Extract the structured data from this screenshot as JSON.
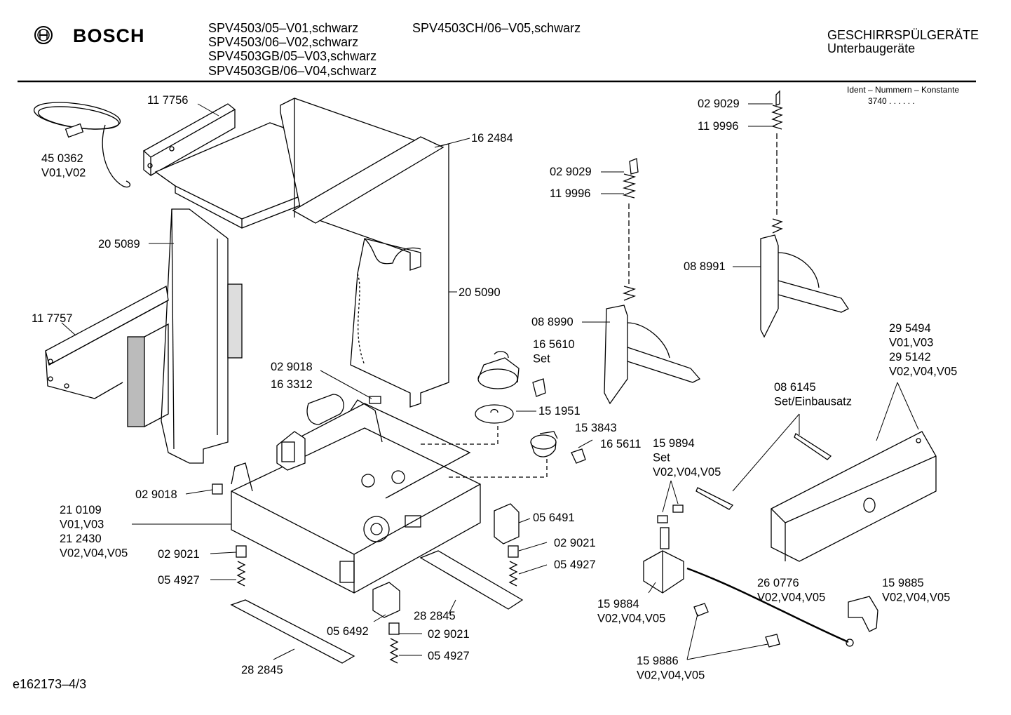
{
  "header": {
    "brand": "BOSCH",
    "models_col1": [
      "SPV4503/05–V01,schwarz",
      "SPV4503/06–V02,schwarz",
      "SPV4503GB/05–V03,schwarz",
      "SPV4503GB/06–V04,schwarz"
    ],
    "models_col2": [
      "SPV4503CH/06–V05,schwarz"
    ],
    "category": "GESCHIRRSPÜLGERÄTE",
    "subcategory": "Unterbaugeräte",
    "ident_label": "Ident – Nummern – Konstante",
    "ident_value": "3740 . . . . . ."
  },
  "labels": [
    {
      "lines": [
        "11 7756"
      ]
    },
    {
      "lines": [
        "45 0362",
        "V01,V02"
      ]
    },
    {
      "lines": [
        "16 2484"
      ]
    },
    {
      "lines": [
        "02 9029"
      ]
    },
    {
      "lines": [
        "11 9996"
      ]
    },
    {
      "lines": [
        "02 9029"
      ]
    },
    {
      "lines": [
        "11 9996"
      ]
    },
    {
      "lines": [
        "20 5089"
      ]
    },
    {
      "lines": [
        "08 8991"
      ]
    },
    {
      "lines": [
        "11 7757"
      ]
    },
    {
      "lines": [
        "20 5090"
      ]
    },
    {
      "lines": [
        "08 8990"
      ]
    },
    {
      "lines": [
        "29 5494",
        "V01,V03",
        "29 5142",
        "V02,V04,V05"
      ]
    },
    {
      "lines": [
        "16 5610",
        "Set"
      ]
    },
    {
      "lines": [
        "02 9018"
      ]
    },
    {
      "lines": [
        "16 3312"
      ]
    },
    {
      "lines": [
        "15 1951"
      ]
    },
    {
      "lines": [
        "08 6145",
        "Set/Einbausatz"
      ]
    },
    {
      "lines": [
        "15 3843"
      ]
    },
    {
      "lines": [
        "16 5611"
      ]
    },
    {
      "lines": [
        "15 9894",
        "Set",
        "V02,V04,V05"
      ]
    },
    {
      "lines": [
        "02 9018"
      ]
    },
    {
      "lines": [
        "21 0109",
        "V01,V03",
        "21 2430",
        "V02,V04,V05"
      ]
    },
    {
      "lines": [
        "05 6491"
      ]
    },
    {
      "lines": [
        "02 9021"
      ]
    },
    {
      "lines": [
        "02 9021"
      ]
    },
    {
      "lines": [
        "05 4927"
      ]
    },
    {
      "lines": [
        "05 4927"
      ]
    },
    {
      "lines": [
        "26 0776",
        "V02,V04,V05"
      ]
    },
    {
      "lines": [
        "15 9885",
        "V02,V04,V05"
      ]
    },
    {
      "lines": [
        "28 2845"
      ]
    },
    {
      "lines": [
        "15 9884",
        "V02,V04,V05"
      ]
    },
    {
      "lines": [
        "05 6492"
      ]
    },
    {
      "lines": [
        "02 9021"
      ]
    },
    {
      "lines": [
        "05 4927"
      ]
    },
    {
      "lines": [
        "15 9886",
        "V02,V04,V05"
      ]
    },
    {
      "lines": [
        "28 2845"
      ]
    }
  ],
  "footer": {
    "drawing_id": "e162173–4/3"
  }
}
